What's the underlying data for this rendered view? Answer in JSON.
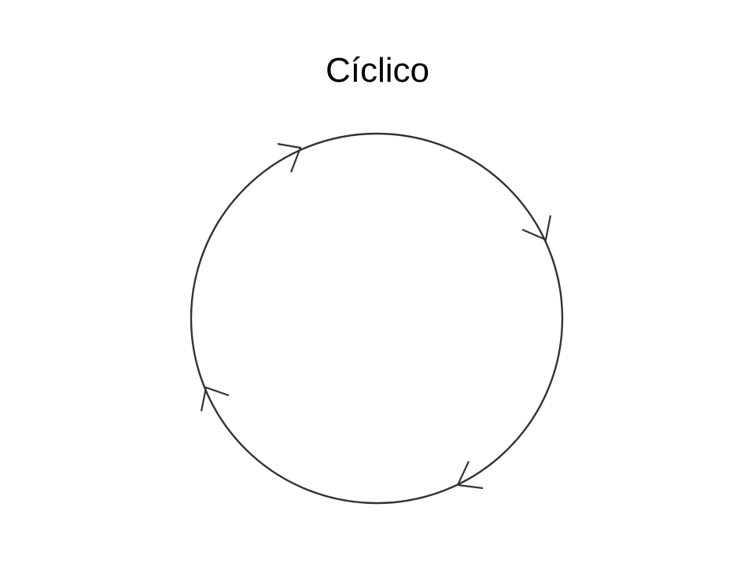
{
  "slide": {
    "title": "Cíclico"
  },
  "diagram": {
    "type": "cycle",
    "direction": "clockwise",
    "arrow_count": 4,
    "stroke_color": "#333333"
  }
}
